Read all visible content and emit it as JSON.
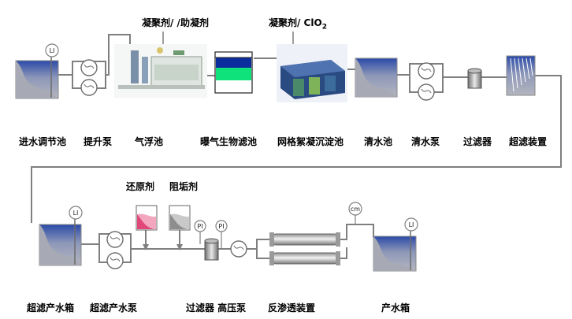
{
  "chemicals": {
    "coagulant_aid": "凝聚剂/ /助凝剂",
    "coagulant_clo2_prefix": "凝聚剂/ ClO",
    "coagulant_clo2_sub": "2",
    "reductant": "还原剂",
    "antiscalant": "阻垢剂"
  },
  "row1": [
    {
      "id": "inlet_tank",
      "label": "进水调节池"
    },
    {
      "id": "lift_pump",
      "label": "提升泵"
    },
    {
      "id": "air_flotation",
      "label": "气浮池"
    },
    {
      "id": "baf",
      "label": "曝气生物滤池"
    },
    {
      "id": "grid_floc",
      "label": "网格絮凝沉淀池"
    },
    {
      "id": "clear_tank",
      "label": "清水池"
    },
    {
      "id": "clear_pump",
      "label": "清水泵"
    },
    {
      "id": "filter1",
      "label": "过滤器"
    },
    {
      "id": "uf",
      "label": "超滤装置"
    }
  ],
  "row2": [
    {
      "id": "uf_tank",
      "label": "超滤产水箱"
    },
    {
      "id": "uf_pump",
      "label": "超滤产水泵"
    },
    {
      "id": "filter2_hp",
      "label": "过滤器 高压泵"
    },
    {
      "id": "ro",
      "label": "反渗透装置"
    },
    {
      "id": "product_tank",
      "label": "产水箱"
    }
  ],
  "instruments": {
    "level": "LI",
    "pressure": "PI",
    "conductivity": "cm"
  },
  "colors": {
    "line": "#7f7f7f",
    "tank_fill": "#9da1ae",
    "tank_water": "#3d56b0",
    "baf_blue": "#0a2c9c",
    "baf_green": "#0fe27a",
    "reagent_pink": "#e0487a"
  }
}
